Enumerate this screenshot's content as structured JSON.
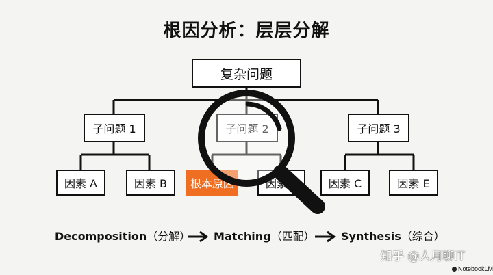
{
  "title": "根因分析：层层分解",
  "tree": {
    "root": "复杂问题",
    "sub1": "子问题 1",
    "sub2": "子问题 2",
    "sub3": "子问题 3",
    "leafA": "因素 A",
    "leafB": "因素 B",
    "leafRoot": "根本原因",
    "leafD": "因素",
    "leafC": "因素 C",
    "leafE": "因素 E"
  },
  "flow": {
    "step1": "Decomposition",
    "step1_cn": "（分解）",
    "step2": "Matching",
    "step2_cn": "（匹配）",
    "step3": "Synthesis",
    "step3_cn": "（综合）"
  },
  "watermarks": {
    "zhihu": "知乎 @人月聊IT",
    "notebooklm": "NotebookLM"
  },
  "colors": {
    "highlight": "#f06e22",
    "line": "#111111",
    "background": "#f4f4f2"
  },
  "icons": {
    "magnifier": "magnifying-glass-icon",
    "arrow": "right-arrow-icon"
  }
}
